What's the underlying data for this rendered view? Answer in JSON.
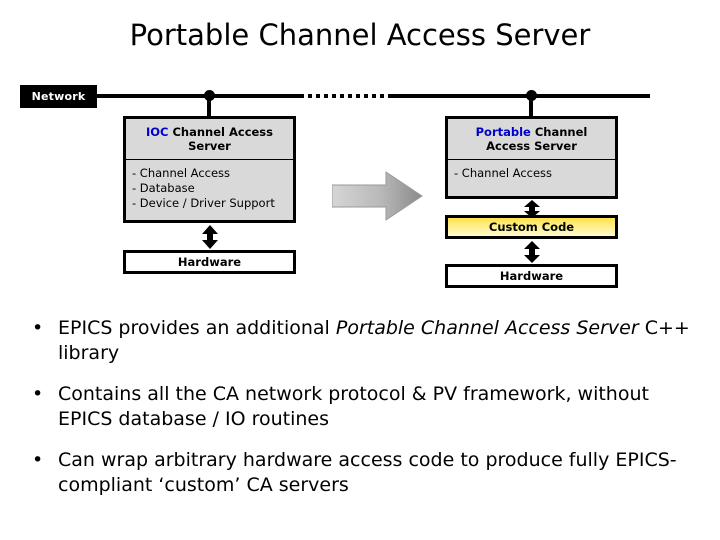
{
  "slide": {
    "title": "Portable Channel Access Server"
  },
  "diagram": {
    "network_label": "Network",
    "ioc_stack": {
      "header_accent": "IOC",
      "header_rest": " Channel Access Server",
      "items": [
        "- Channel Access",
        "- Database",
        "- Device / Driver Support"
      ],
      "hardware_label": "Hardware"
    },
    "portable_stack": {
      "header_accent": "Portable",
      "header_rest": " Channel Access Server",
      "items": [
        "- Channel Access"
      ],
      "custom_code_label": "Custom Code",
      "hardware_label": "Hardware"
    },
    "colors": {
      "accent_blue": "#0000cc",
      "box_fill": "#d9d9d9",
      "custom_code_fill_top": "#ffe34d",
      "custom_code_fill_bottom": "#fffbd0",
      "arrow_gray_light": "#d4d4d4",
      "arrow_gray_dark": "#8c8c8c",
      "line_black": "#000000"
    }
  },
  "bullets": [
    {
      "pre": "EPICS provides an additional ",
      "italic": "Portable Channel Access Server",
      "post": " C++ library"
    },
    {
      "pre": "Contains all the CA network protocol & PV framework, without EPICS database / IO routines",
      "italic": "",
      "post": ""
    },
    {
      "pre": "Can wrap arbitrary hardware access code to produce fully EPICS-compliant ‘custom’ CA servers",
      "italic": "",
      "post": ""
    }
  ]
}
